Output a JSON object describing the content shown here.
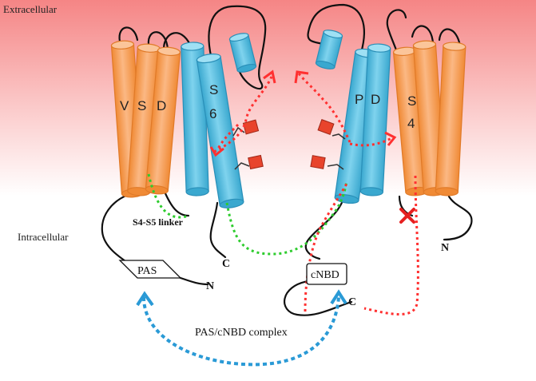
{
  "regions": {
    "extracellular": "Extracellular",
    "intracellular": "Intracellular"
  },
  "helix_labels": {
    "left_vsd_v": "V",
    "left_vsd_s": "S",
    "left_vsd_d": "D",
    "left_pore_s": "S",
    "left_pore_6": "6",
    "right_pore_p": "P",
    "right_pore_d": "D",
    "right_vsd_s": "S",
    "right_vsd_4": "4"
  },
  "annotations": {
    "linker": "S4-S5 linker",
    "c_left": "C",
    "n_left": "N",
    "c_right": "C",
    "n_right": "N",
    "pas": "PAS",
    "cnbd": "cNBD",
    "complex": "PAS/cNBD complex"
  },
  "colors": {
    "vsd_helix": "#f7a35c",
    "pore_helix": "#5bc0de",
    "membrane_top": "#f58a8a",
    "ligand": "#e8442c",
    "red_path": "#ff3030",
    "green_path": "#2ecc2e",
    "blue_path": "#2a9ad6",
    "mutation_mark": "#e62020"
  }
}
